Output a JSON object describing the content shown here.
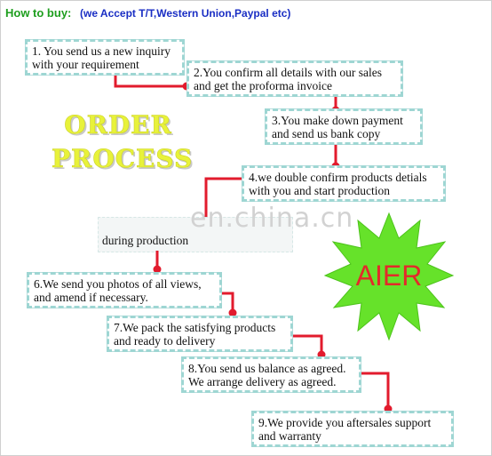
{
  "header": {
    "lead": "How to buy:",
    "note": "(we Accept T/T,Western Union,Paypal etc)"
  },
  "title": {
    "line1": "ORDER",
    "line2": "PROCESS"
  },
  "watermark": "en.china.cn",
  "badge": "AIER",
  "steps": [
    {
      "line1": "1. You send us a new inquiry",
      "line2": "with your requirement"
    },
    {
      "line1": "2.You confirm all details with our sales",
      "line2": "and get the proforma invoice"
    },
    {
      "line1": "3.You make down payment",
      "line2": "and send us bank copy"
    },
    {
      "line1": "4.we double confirm products detials",
      "line2": "with you and start production"
    },
    {
      "line1": "during production"
    },
    {
      "line1": "6.We send you photos of all views,",
      "line2": "and amend if necessary."
    },
    {
      "line1": "7.We pack the satisfying products",
      "line2": "and ready to delivery"
    },
    {
      "line1": "8.You send us balance as agreed.",
      "line2": "We arrange delivery as agreed."
    },
    {
      "line1": "9.We provide you aftersales support",
      "line2": "and warranty"
    }
  ],
  "colors": {
    "connector": "#e21b2d",
    "badge_fill": "#66e22a",
    "badge_text": "#e32a2a",
    "title_fill": "#e8f23a",
    "header_green": "#1e9e1e",
    "header_blue": "#1a2ec4",
    "dashed_border": "#9ed6d3"
  }
}
